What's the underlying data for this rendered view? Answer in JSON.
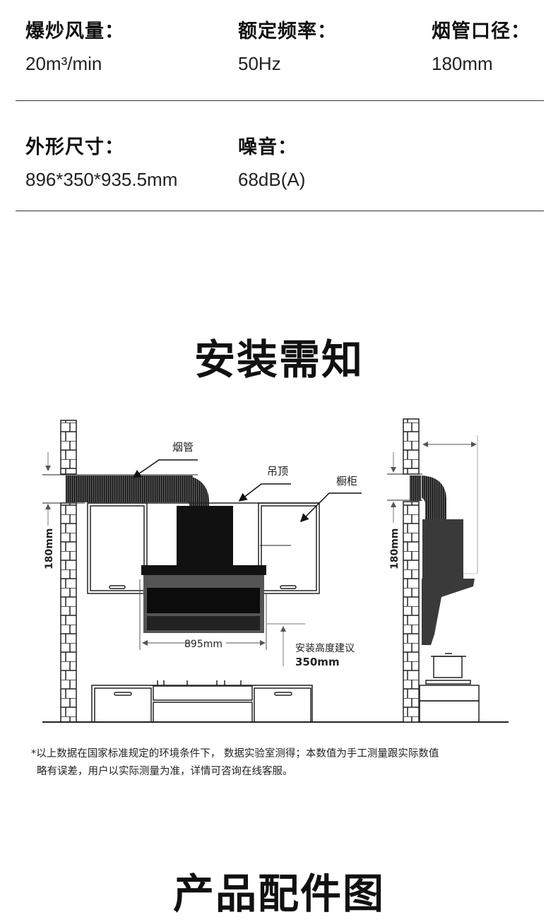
{
  "specs": [
    {
      "label": "爆炒风量：",
      "value": "20m³/min"
    },
    {
      "label": "额定频率：",
      "value": "50Hz"
    },
    {
      "label": "烟管口径：",
      "value": "180mm"
    },
    {
      "label": "外形尺寸：",
      "value": "896*350*935.5mm"
    },
    {
      "label": "噪音：",
      "value": "68dB(A)"
    }
  ],
  "install": {
    "title": "安装需知",
    "labels": {
      "duct": "烟管",
      "ceiling": "吊顶",
      "cabinet": "橱柜",
      "height_left": "180mm",
      "height_right": "180mm",
      "width": "895mm",
      "install_height_label": "安装高度建议",
      "install_height_value": "350mm"
    },
    "note_line1": "*以上数据在国家标准规定的环境条件下， 数据实验室测得；本数值为手工测量跟实际数值",
    "note_line2": "略有误差，用户以实际测量为准，详情可咨询在线客服。"
  },
  "accessories": {
    "title": "产品配件图"
  }
}
